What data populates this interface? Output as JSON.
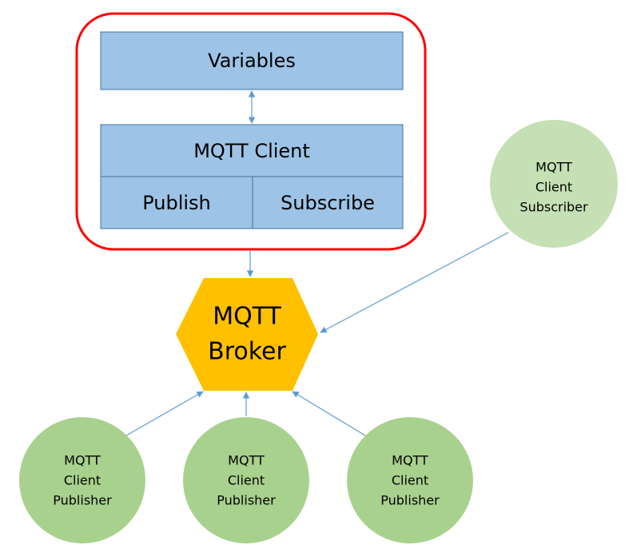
{
  "diagram": {
    "client_group": {
      "variables_label": "Variables",
      "mqtt_client_label": "MQTT Client",
      "publish_label": "Publish",
      "subscribe_label": "Subscribe"
    },
    "broker": {
      "line1": "MQTT",
      "line2": "Broker"
    },
    "subscriber": {
      "lines": [
        "MQTT",
        "Client",
        "Subscriber"
      ]
    },
    "publishers": [
      {
        "lines": [
          "MQTT",
          "Client",
          "Publisher"
        ]
      },
      {
        "lines": [
          "MQTT",
          "Client",
          "Publisher"
        ]
      },
      {
        "lines": [
          "MQTT",
          "Client",
          "Publisher"
        ]
      }
    ],
    "colors": {
      "group_border": "#ff0000",
      "box_fill": "#9dc3e6",
      "box_border": "#41719c",
      "broker_fill": "#ffc000",
      "publisher_fill": "#a9d18e",
      "subscriber_fill": "#c5e0b4",
      "connector": "#5b9bd5"
    }
  }
}
